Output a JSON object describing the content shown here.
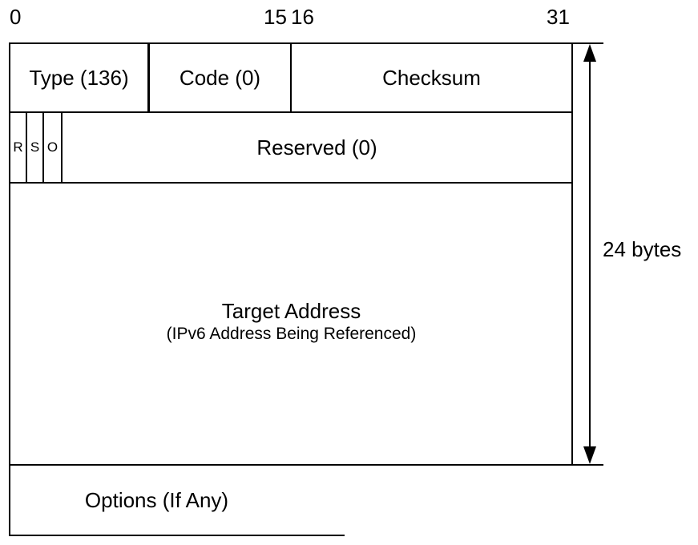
{
  "bit_positions": {
    "start": "0",
    "mid_end": "15",
    "mid_start": "16",
    "end": "31"
  },
  "header": {
    "type": "Type (136)",
    "code": "Code (0)",
    "checksum": "Checksum"
  },
  "flags": {
    "r": "R",
    "s": "S",
    "o": "O",
    "reserved": "Reserved (0)"
  },
  "target": {
    "title": "Target Address",
    "subtitle": "(IPv6 Address Being Referenced)"
  },
  "options": "Options (If Any)",
  "size_label": "24 bytes"
}
